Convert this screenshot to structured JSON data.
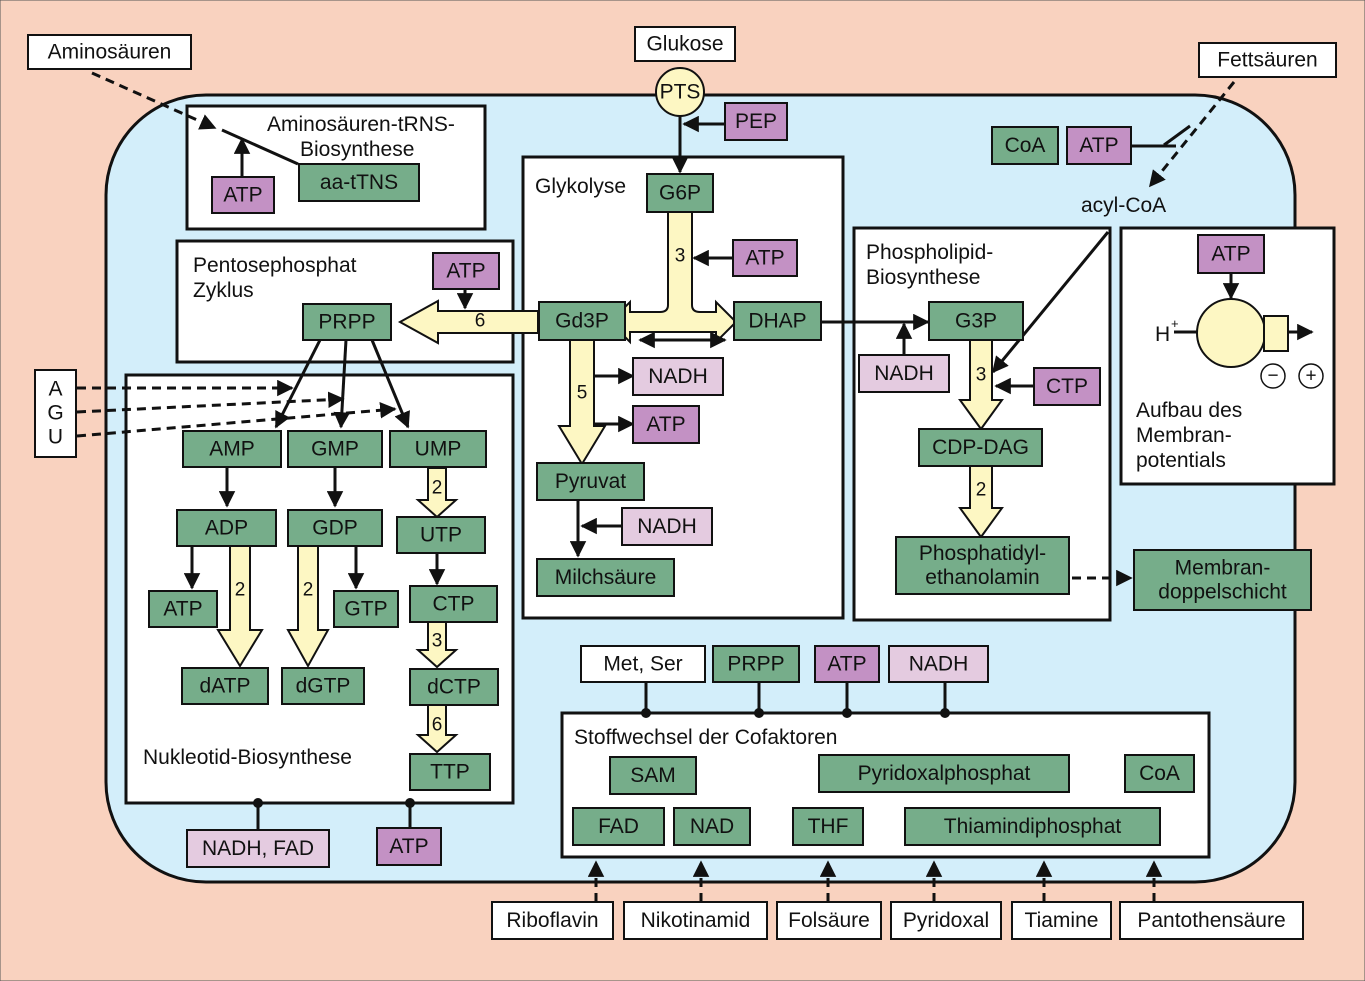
{
  "colors": {
    "outside": "#f9d2bf",
    "cell": "#d3eefa",
    "green": "#76ad8a",
    "purple": "#c391c4",
    "lilac": "#e4cbe0",
    "white": "#ffffff",
    "arrowFill": "#fdf7c3",
    "line": "#111111"
  },
  "inputs": {
    "glukose": "Glukose",
    "aminosaeuren": "Aminosäuren",
    "fettsaeuren": "Fettsäuren",
    "agu": [
      "A",
      "G",
      "U"
    ]
  },
  "transporter": {
    "pts": "PTS"
  },
  "panels": {
    "trna": [
      "Aminosäuren-tRNS-",
      "Biosynthese"
    ],
    "pentose": [
      "Pentosephosphat",
      "Zyklus"
    ],
    "nucleotide": [
      "Nukleotid-Biosynthese"
    ],
    "glycolysis": [
      "Glykolyse"
    ],
    "phospholipid": [
      "Phospholipid-",
      "Biosynthese"
    ],
    "membrane_potential": [
      "Aufbau des",
      "Membran-",
      "potentials"
    ],
    "cofactor": [
      "Stoffwechsel der Cofaktoren"
    ]
  },
  "labels": {
    "acylcoa": "acyl-CoA",
    "hplus": "H",
    "plus_sup": "+",
    "minus": "−",
    "plus": "+"
  },
  "nodes": {
    "pep": "PEP",
    "atp_trna": "ATP",
    "aa_trna": "aa-tTNS",
    "coa_top": "CoA",
    "atp_top": "ATP",
    "g6p": "G6P",
    "atp_glyc": "ATP",
    "gd3p": "Gd3P",
    "dhap": "DHAP",
    "nadh_glyc": "NADH",
    "atp_glyc2": "ATP",
    "pyruvat": "Pyruvat",
    "nadh_glyc2": "NADH",
    "milch": "Milchsäure",
    "atp_pentose": "ATP",
    "prpp": "PRPP",
    "amp": "AMP",
    "gmp": "GMP",
    "ump": "UMP",
    "adp": "ADP",
    "gdp": "GDP",
    "utp": "UTP",
    "atp_nuc": "ATP",
    "gtp": "GTP",
    "ctp_nuc": "CTP",
    "datp": "dATP",
    "dgtp": "dGTP",
    "dctp": "dCTP",
    "ttp": "TTP",
    "nadh_fad": "NADH, FAD",
    "atp_bottom": "ATP",
    "nadh_pl": "NADH",
    "g3p": "G3P",
    "ctp_pl": "CTP",
    "cdpdag": "CDP-DAG",
    "pe": [
      "Phosphatidyl-",
      "ethanolamin"
    ],
    "membran": [
      "Membran-",
      "doppelschicht"
    ],
    "atp_mp": "ATP",
    "metser": "Met, Ser",
    "prpp_cof": "PRPP",
    "atp_cof": "ATP",
    "nadh_cof": "NADH",
    "sam": "SAM",
    "pyridoxalp": "Pyridoxalphosphat",
    "coa_cof": "CoA",
    "fad": "FAD",
    "nad": "NAD",
    "thf": "THF",
    "thiamin": "Thiamindiphosphat"
  },
  "vitamins": [
    "Riboflavin",
    "Nikotinamid",
    "Folsäure",
    "Pyridoxal",
    "Tiamine",
    "Pantothensäure"
  ],
  "step_numbers": {
    "g6p_split": "3",
    "pentose": "6",
    "glycolysis": "5",
    "dATP": "2",
    "dGTP": "2",
    "UTP": "2",
    "dCTP": "3",
    "TTP": "6",
    "G3P": "3",
    "PE": "2"
  }
}
